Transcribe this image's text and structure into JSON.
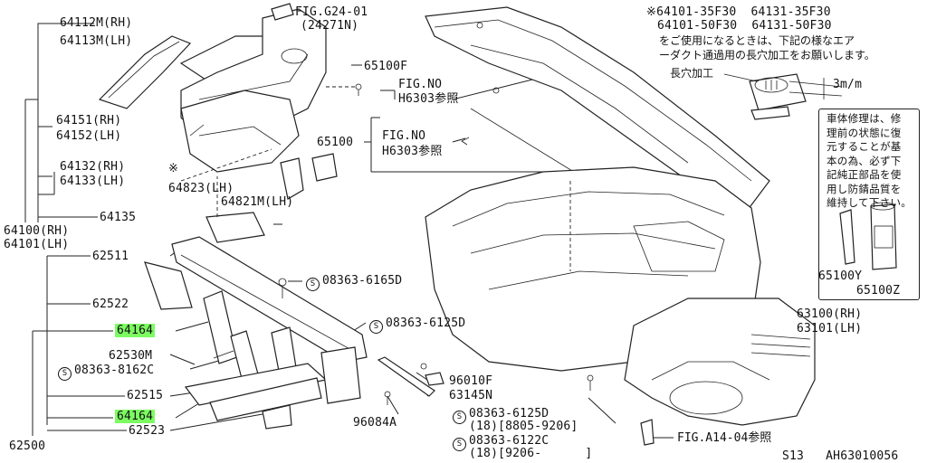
{
  "labels": {
    "fig_g24": "FIG.G24-01",
    "fig_g24_num": "(24271N)",
    "p64112": "64112M(RH)",
    "p64113": "64113M(LH)",
    "p65100f": "65100F",
    "fig_h6303_a": "FIG.NO",
    "fig_h6303_a_num": "H6303参照",
    "fig_h6303_b": "FIG.NO",
    "fig_h6303_b_num": "H6303参照",
    "p65100": "65100",
    "p64151": "64151(RH)",
    "p64152": "64152(LH)",
    "p64132": "64132(RH)",
    "p64133": "64133(LH)",
    "asterisk": "※",
    "p64823": "64823(LH)",
    "p64821": "64821M(LH)",
    "p64135": "64135",
    "p64100": "64100(RH)",
    "p64101": "64101(LH)",
    "p62511": "62511",
    "p62522": "62522",
    "p64164_a": "64164",
    "p62530": "62530M",
    "p08363_8162": "08363-8162C",
    "p62515": "62515",
    "p64164_b": "64164",
    "p62523": "62523",
    "p62500": "62500",
    "p08363_6165": "08363-6165D",
    "p08363_6125_a": "08363-6125D",
    "p96010": "96010F",
    "p63145": "63145N",
    "p96084": "96084A",
    "p08363_6125_b": "08363-6125D",
    "range_b": "(18)[8805-9206]",
    "p08363_6122": "08363-6122C",
    "range_c": "(18)[9206-      ]",
    "p63100": "63100(RH)",
    "p63101": "63101(LH)",
    "fig_a14": "FIG.A14-04参照",
    "p65100y": "65100Y",
    "p65100z": "65100Z",
    "ref_line1": "※64101-35F30  64131-35F30",
    "ref_line2": "64101-50F30  64131-50F30",
    "ref_line3": "をご使用になるときは、下記の様なエア",
    "ref_line4": "ーダクト通過用の長穴加工をお願いします。",
    "slot_label": "長穴加工",
    "dim_label": "3m/m",
    "footer_code": "S13   AH63010056"
  },
  "symbol_s": "S",
  "note_box": {
    "text": "車体修理は、修\n理前の状態に復\n元することが基\n本の為、必ず下\n記純正部品を使\n用し防錆品質を\n維持して下さい。"
  },
  "colors": {
    "highlight": "#7CFC62",
    "ink": "#222222"
  }
}
